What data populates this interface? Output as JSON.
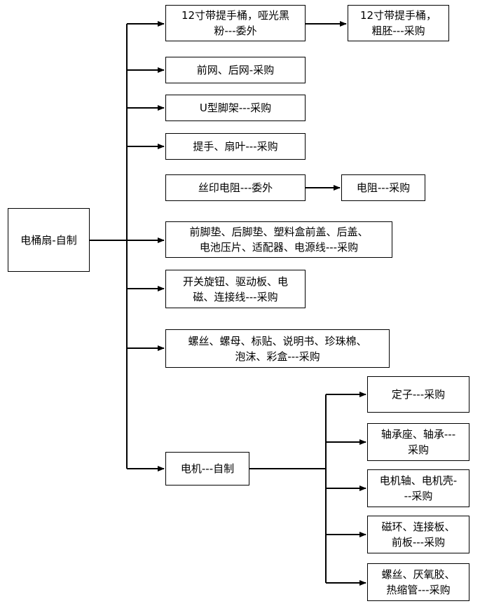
{
  "diagram": {
    "root": "电桶扇-自制",
    "nodes": {
      "bucket": [
        "12寸带提手桶，哑光黑",
        "粉---委外"
      ],
      "bucket_raw": [
        "12寸带提手桶，",
        "粗胚---采购"
      ],
      "grill": [
        "前网、后网-采购"
      ],
      "u_stand": [
        "U型脚架---采购"
      ],
      "handle": [
        "提手、扇叶---采购"
      ],
      "silk_res": [
        "丝印电阻---委外"
      ],
      "resistor": [
        "电阻---采购"
      ],
      "pads": [
        "前脚垫、后脚垫、塑料盒前盖、后盖、",
        "电池压片、适配器、电源线---采购"
      ],
      "switch": [
        "开关旋钮、驱动板、电",
        "磁、连接线---采购"
      ],
      "screws": [
        "螺丝、螺母、标贴、说明书、珍珠棉、",
        "泡沫、彩盒---采购"
      ],
      "motor": [
        "电机---自制"
      ],
      "stator": [
        "定子---采购"
      ],
      "bearing": [
        "轴承座、轴承---",
        "采购"
      ],
      "shaft": [
        "电机轴、电机壳-",
        "--采购"
      ],
      "magnet": [
        "磁环、连接板、",
        "前板---采购"
      ],
      "glue": [
        "螺丝、厌氧胶、",
        "热缩管---采购"
      ]
    }
  }
}
